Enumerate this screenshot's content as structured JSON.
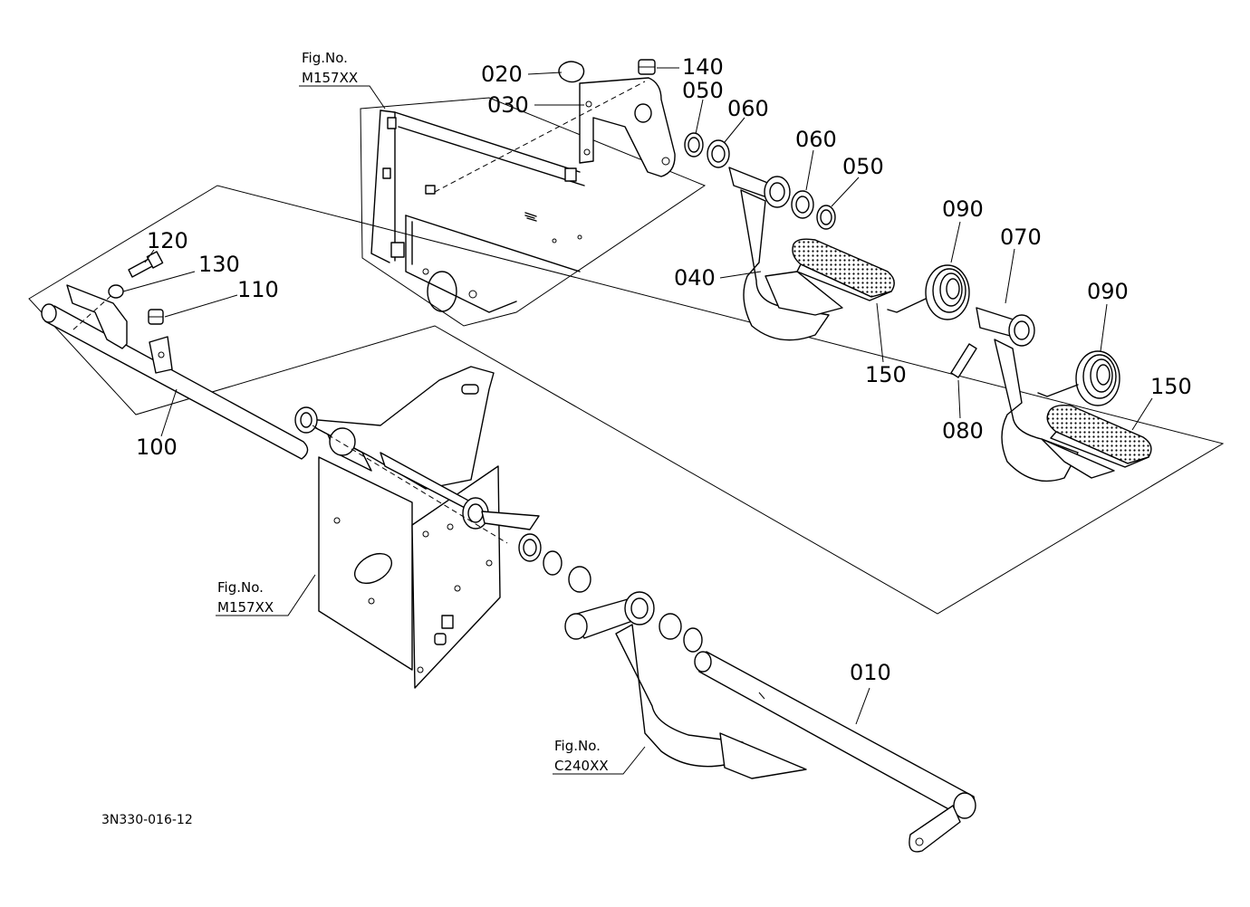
{
  "diagram": {
    "part_labels": [
      {
        "id": "020",
        "text": "020"
      },
      {
        "id": "140",
        "text": "140"
      },
      {
        "id": "030",
        "text": "030"
      },
      {
        "id": "050a",
        "text": "050"
      },
      {
        "id": "060a",
        "text": "060"
      },
      {
        "id": "060b",
        "text": "060"
      },
      {
        "id": "050b",
        "text": "050"
      },
      {
        "id": "090a",
        "text": "090"
      },
      {
        "id": "070",
        "text": "070"
      },
      {
        "id": "040",
        "text": "040"
      },
      {
        "id": "150a",
        "text": "150"
      },
      {
        "id": "090b",
        "text": "090"
      },
      {
        "id": "150b",
        "text": "150"
      },
      {
        "id": "080",
        "text": "080"
      },
      {
        "id": "120",
        "text": "120"
      },
      {
        "id": "130",
        "text": "130"
      },
      {
        "id": "110",
        "text": "110"
      },
      {
        "id": "100",
        "text": "100"
      },
      {
        "id": "010",
        "text": "010"
      }
    ],
    "fig_refs": [
      {
        "title": "Fig.No.",
        "code": "M157XX"
      },
      {
        "title": "Fig.No.",
        "code": "M157XX"
      },
      {
        "title": "Fig.No.",
        "code": "C240XX"
      }
    ],
    "drawing_code": "3N330-016-12"
  }
}
